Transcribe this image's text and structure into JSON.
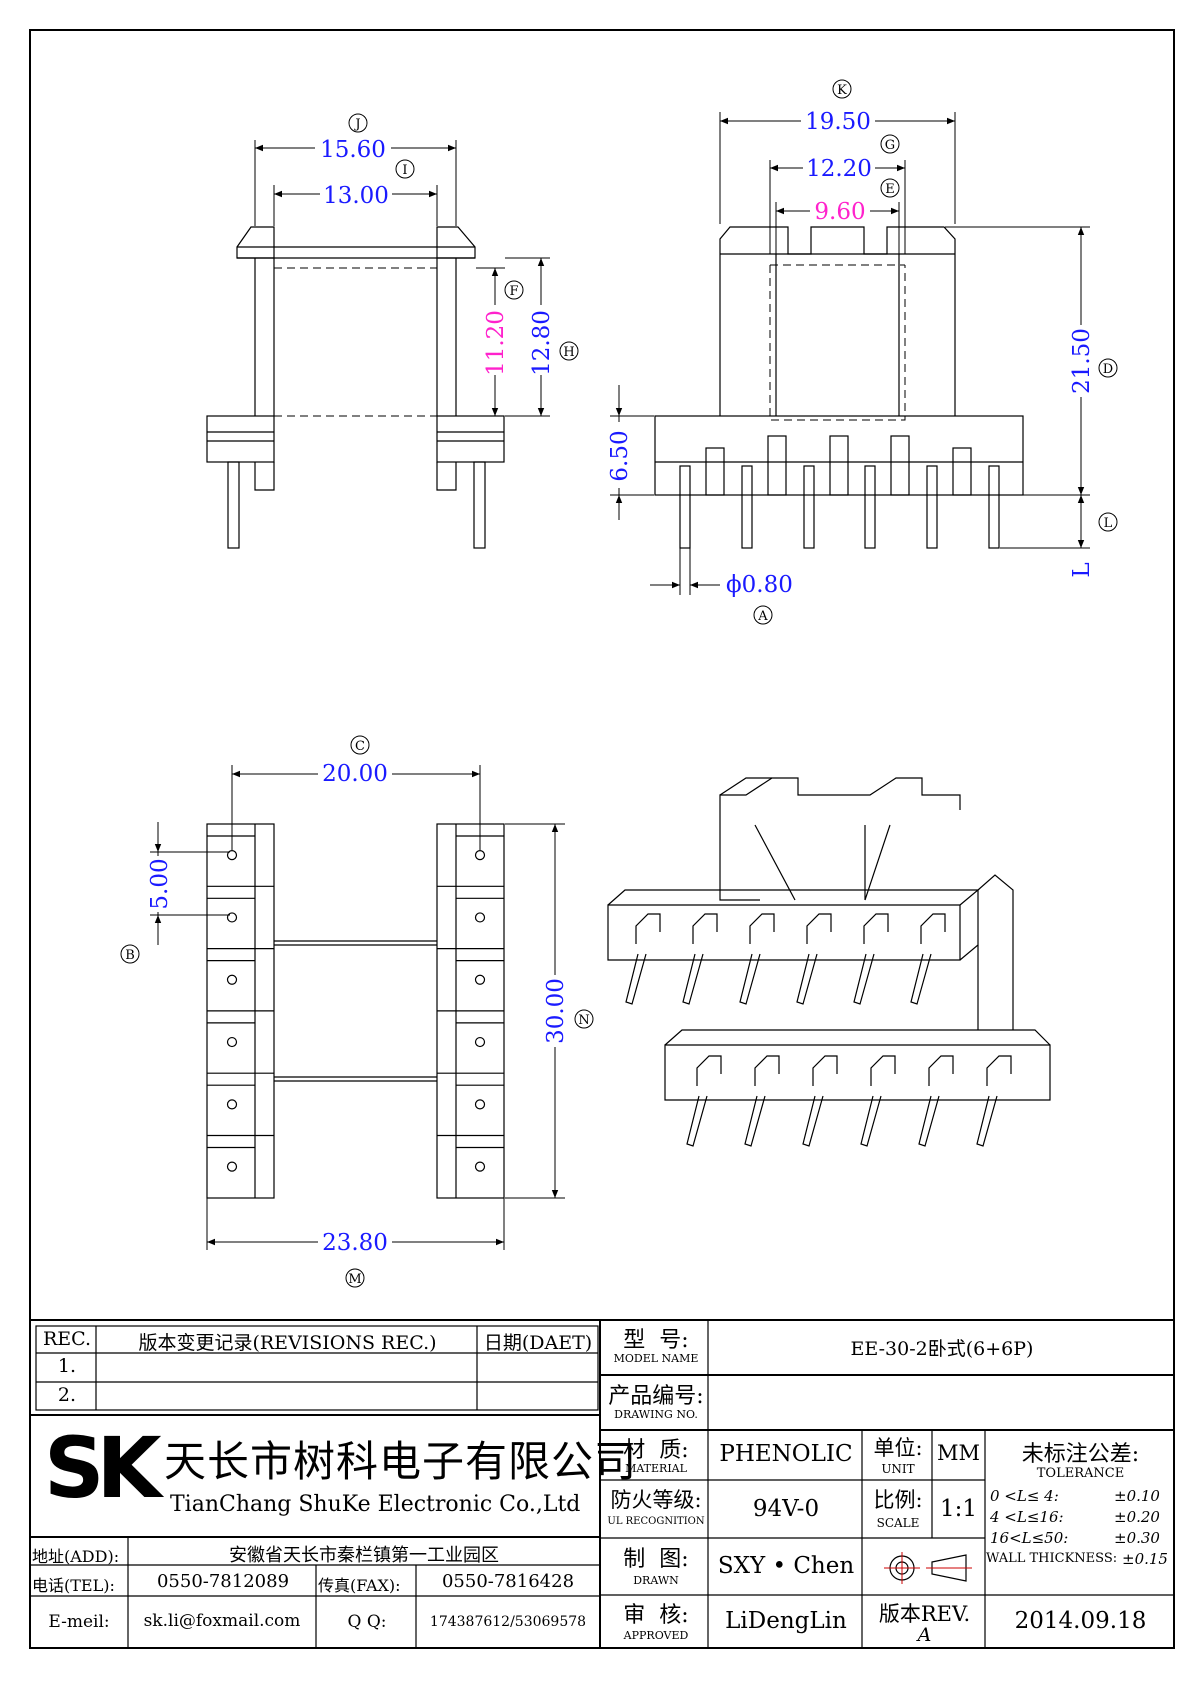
{
  "dimensions": {
    "K": {
      "value": "19.50",
      "letter": "K"
    },
    "G": {
      "value": "12.20",
      "letter": "G"
    },
    "E": {
      "value": "9.60",
      "letter": "E"
    },
    "J": {
      "value": "15.60",
      "letter": "J"
    },
    "I": {
      "value": "13.00",
      "letter": "I"
    },
    "F": {
      "value": "11.20",
      "letter": "F"
    },
    "H": {
      "value": "12.80",
      "letter": "H"
    },
    "D": {
      "value": "21.50",
      "letter": "D"
    },
    "B": {
      "value": "5.00",
      "letter": "B"
    },
    "A": {
      "value": "ϕ0.80",
      "letter": "A"
    },
    "L": {
      "value": "L",
      "letter": "L"
    },
    "C": {
      "value": "20.00",
      "letter": "C"
    },
    "N": {
      "value": "30.00",
      "letter": "N"
    },
    "M": {
      "value": "23.80",
      "letter": "M"
    },
    "pin_height": {
      "value": "6.50"
    }
  },
  "title_block": {
    "revisions": {
      "col_rec": "REC.",
      "col_desc": "版本变更记录(REVISIONS REC.)",
      "col_date": "日期(DAET)",
      "row1": "1.",
      "row2": "2."
    },
    "company": {
      "logo": "SK",
      "name_cn": "天长市树科电子有限公司",
      "name_en": "TianChang ShuKe Electronic Co.,Ltd"
    },
    "address_label": "地址(ADD):",
    "address": "安徽省天长市秦栏镇第一工业园区",
    "tel_label": "电话(TEL):",
    "tel": "0550-7812089",
    "fax_label": "传真(FAX):",
    "fax": "0550-7816428",
    "email_label": "E-meil:",
    "email": "sk.li@foxmail.com",
    "qq_label": "Q Q:",
    "qq": "174387612/53069578",
    "model_label_cn": "型  号:",
    "model_label_en": "MODEL NAME",
    "model": "EE-30-2卧式(6+6P)",
    "drawing_label_cn": "产品编号:",
    "drawing_label_en": "DRAWING NO.",
    "drawing_no": "",
    "material_label_cn": "材  质:",
    "material_label_en": "MATERIAL",
    "material": "PHENOLIC",
    "unit_label_cn": "单位:",
    "unit_label_en": "UNIT",
    "unit": "MM",
    "ul_label_cn": "防火等级:",
    "ul_label_en": "UL RECOGNITION",
    "ul": "94V-0",
    "scale_label_cn": "比例:",
    "scale_label_en": "SCALE",
    "scale": "1:1",
    "drawn_label_cn": "制  图:",
    "drawn_label_en": "DRAWN",
    "drawn": "SXY • Chen",
    "approved_label_cn": "审  核:",
    "approved_label_en": "APPROVED",
    "approved": "LiDengLin",
    "rev_label": "版本REV.",
    "rev": "A",
    "date": "2014.09.18",
    "tolerance": {
      "title_cn": "未标注公差:",
      "title_en": "TOLERANCE",
      "r1_range": "0 <L≤ 4:",
      "r1_val": "±0.10",
      "r2_range": "4 <L≤16:",
      "r2_val": "±0.20",
      "r3_range": "16<L≤50:",
      "r3_val": "±0.30",
      "wall_label": "WALL THICKNESS:",
      "wall_val": "±0.15"
    }
  }
}
